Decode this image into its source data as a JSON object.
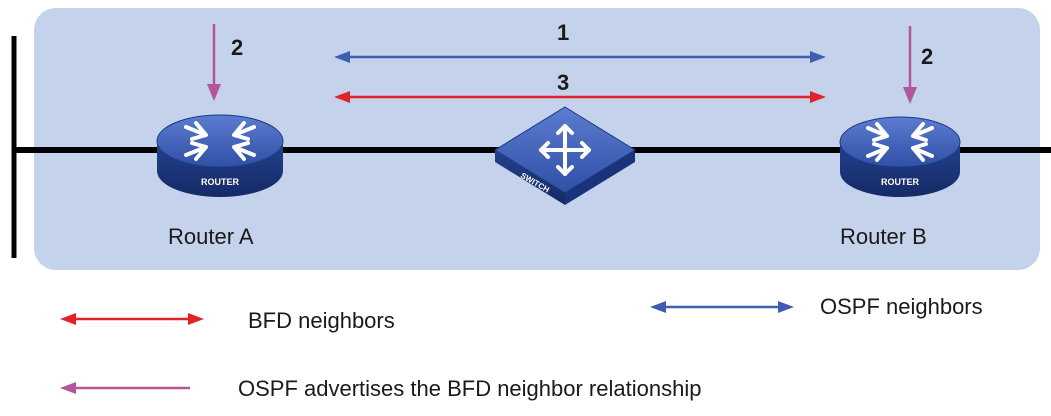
{
  "diagram": {
    "devices": {
      "router_a": {
        "icon_text": "ROUTER",
        "label": "Router A"
      },
      "switch": {
        "icon_text": "SWITCH"
      },
      "router_b": {
        "icon_text": "ROUTER",
        "label": "Router B"
      }
    },
    "steps": {
      "ospf_neighbors": "1",
      "advertise_left": "2",
      "advertise_right": "2",
      "bfd_neighbors": "3"
    }
  },
  "legend": {
    "bfd": "BFD neighbors",
    "ospf": "OSPF neighbors",
    "advertise": "OSPF advertises the BFD neighbor relationship"
  },
  "colors": {
    "panel": "#c5d2ec",
    "bfd": "#e0242a",
    "ospf": "#3f5fae",
    "advertise": "#b3569b",
    "device": "#2f50a6",
    "link": "#000000"
  }
}
